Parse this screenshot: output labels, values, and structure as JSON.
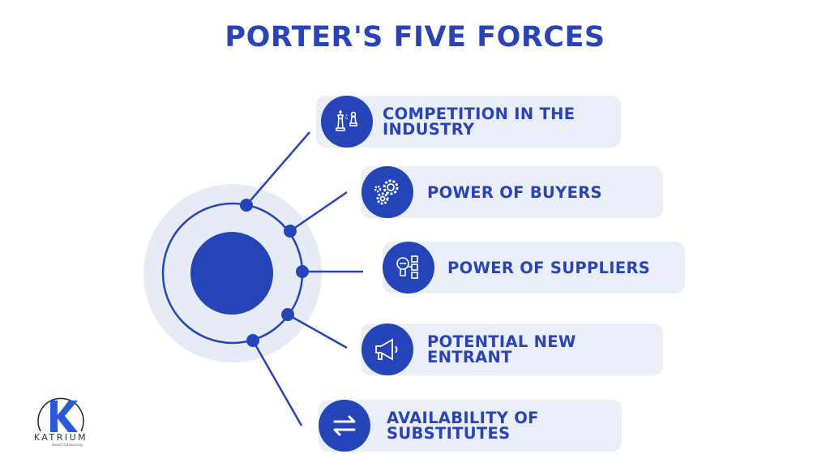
{
  "title": "PORTER'S FIVE FORCES",
  "colors": {
    "primary": "#2444b8",
    "title": "#2a43b5",
    "card": "#e9eef8",
    "halo": "#e6ebf6"
  },
  "forces": [
    {
      "label": "COMPETITION IN THE INDUSTRY",
      "icon": "chess-pieces-icon"
    },
    {
      "label": "POWER OF BUYERS",
      "icon": "gears-people-icon"
    },
    {
      "label": "POWER OF SUPPLIERS",
      "icon": "robot-boxes-icon"
    },
    {
      "label": "POTENTIAL NEW ENTRANT",
      "icon": "megaphone-icon"
    },
    {
      "label": "AVAILABILITY OF SUBSTITUTES",
      "icon": "swap-arrows-icon"
    }
  ],
  "logo": {
    "name": "KATRIUM",
    "tagline": "Smart Outsourcing"
  }
}
